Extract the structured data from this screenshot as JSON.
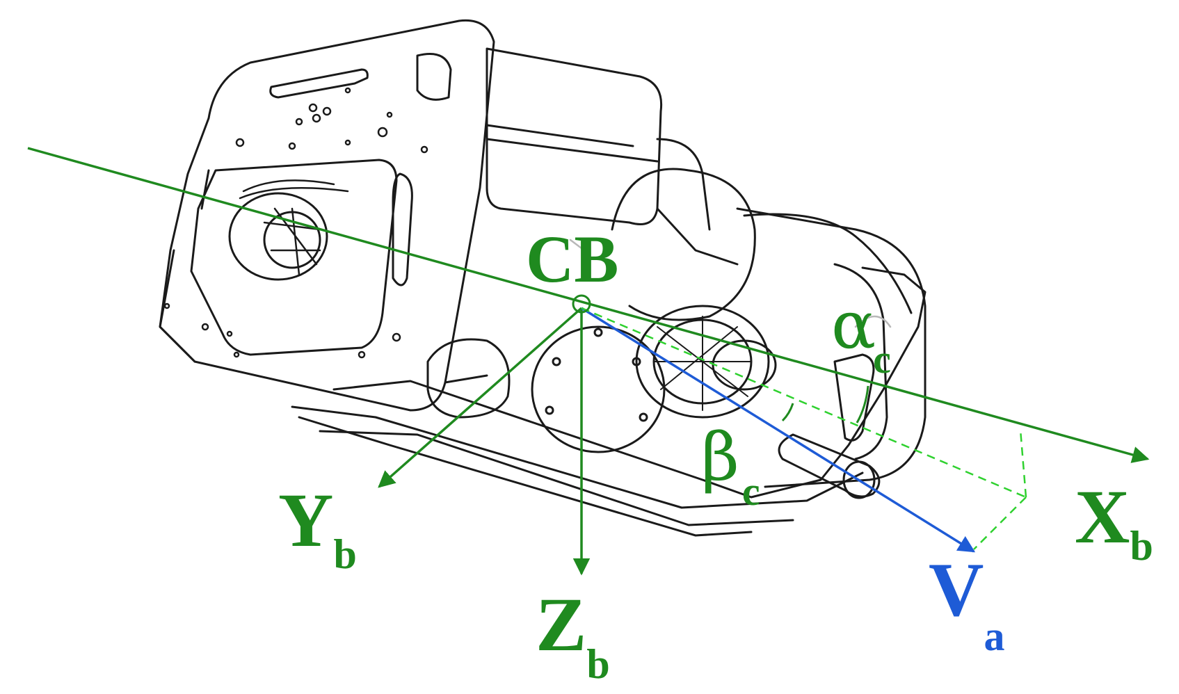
{
  "colors": {
    "axes": "#1f8a1f",
    "velocity": "#1e5bd6",
    "projection": "#2fd12f",
    "outline": "#1a1a1a"
  },
  "labels": {
    "center_of_buoyancy": "CB",
    "x_axis": {
      "main": "X",
      "sub": "b"
    },
    "y_axis": {
      "main": "Y",
      "sub": "b"
    },
    "z_axis": {
      "main": "Z",
      "sub": "b"
    },
    "velocity": {
      "main": "V",
      "sub": "a"
    },
    "alpha": {
      "main": "α",
      "sub": "c"
    },
    "beta": {
      "main": "β",
      "sub": "c"
    }
  },
  "icons": {
    "vehicle": "rov-drawing-icon"
  }
}
